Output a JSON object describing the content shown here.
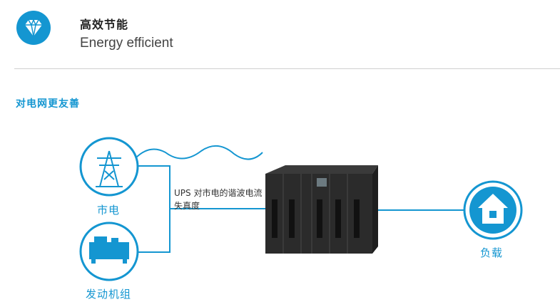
{
  "header": {
    "icon": "diamond-icon",
    "title": "高效节能",
    "subtitle": "Energy efficient"
  },
  "section": {
    "title": "对电网更友善"
  },
  "diagram": {
    "grid_label": "市电",
    "generator_label": "发动机组",
    "ups_note": "UPS 对市电的谐波电流失真度",
    "load_label": "负载",
    "icons": [
      "power-tower-icon",
      "generator-icon",
      "ups-cabinet",
      "house-icon"
    ],
    "accent_color": "#1496d1"
  }
}
